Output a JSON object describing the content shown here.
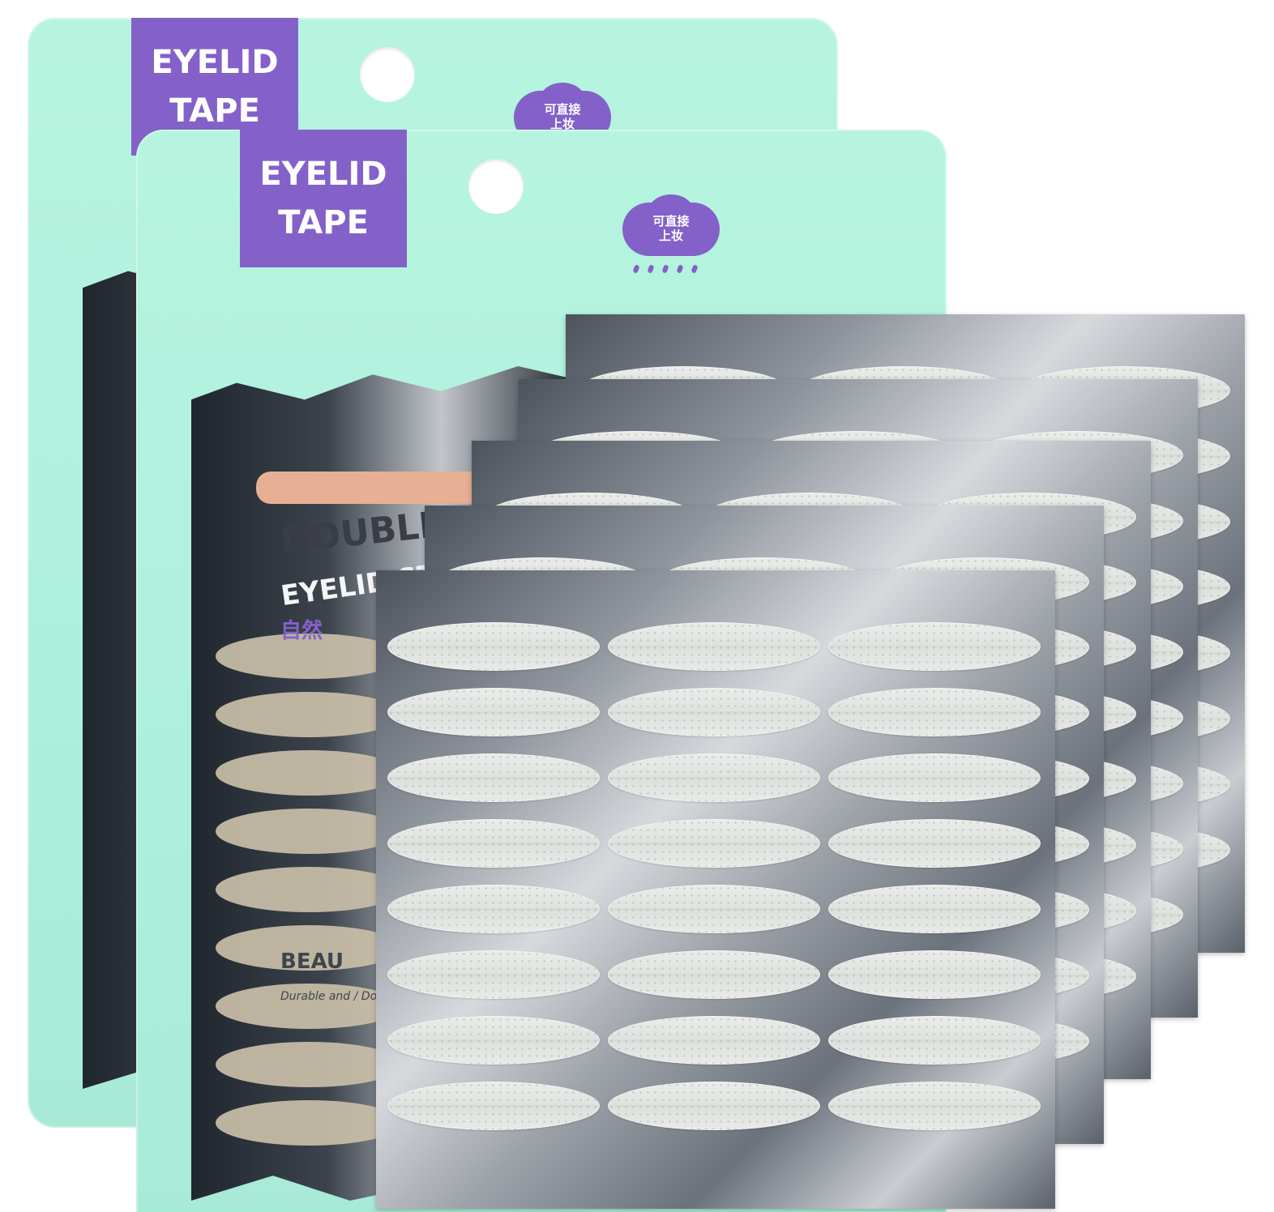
{
  "packages": [
    {
      "label_line1": "EYELID",
      "label_line2": "TAPE",
      "cloud_text_line1": "可直接",
      "cloud_text_line2": "上妆"
    },
    {
      "label_line1": "EYELID",
      "label_line2": "TAPE",
      "cloud_text_line1": "可直接",
      "cloud_text_line2": "上妆"
    }
  ],
  "inner_card": {
    "line1": "DOUBLE",
    "line2": "EYELID STi",
    "line3": "自然",
    "line4": "BEAU",
    "line5": "Durable and / Do not hurt y"
  },
  "sheets": {
    "count": 5,
    "rows": 8,
    "cols": 3
  },
  "colors": {
    "package_mint": "#b6f4df",
    "label_purple": "#8361c8",
    "strip_white": "#e6e9e6"
  }
}
